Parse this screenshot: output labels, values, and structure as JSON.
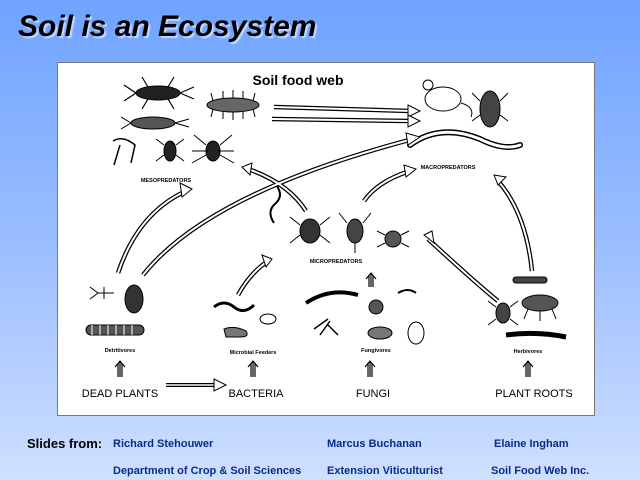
{
  "title": "Soil is an Ecosystem",
  "diagram": {
    "heading": "Soil food web",
    "groups": {
      "mesopredators": "MESOPREDATORS",
      "macropredators": "MACROPREDATORS",
      "micropredators": "MICROPREDATORS",
      "detritivores": "Detritivores",
      "microbial_feeders": "Microbial Feeders",
      "fungivores": "Fungivores",
      "herbivores": "Herbivores"
    },
    "sources": {
      "dead_plants": "DEAD PLANTS",
      "bacteria": "BACTERIA",
      "fungi": "FUNGI",
      "plant_roots": "PLANT ROOTS"
    }
  },
  "credits": {
    "label": "Slides from:",
    "people": [
      {
        "name": "Richard Stehouwer",
        "affiliation": "Department of Crop & Soil Sciences"
      },
      {
        "name": "Marcus Buchanan",
        "affiliation": "Extension Viticulturist"
      },
      {
        "name": "Elaine Ingham",
        "affiliation": "Soil Food Web Inc."
      }
    ]
  },
  "colors": {
    "credit_text": "#0a2a8a",
    "background_top": "#6fa3ff",
    "background_bottom": "#cfe0ff"
  }
}
